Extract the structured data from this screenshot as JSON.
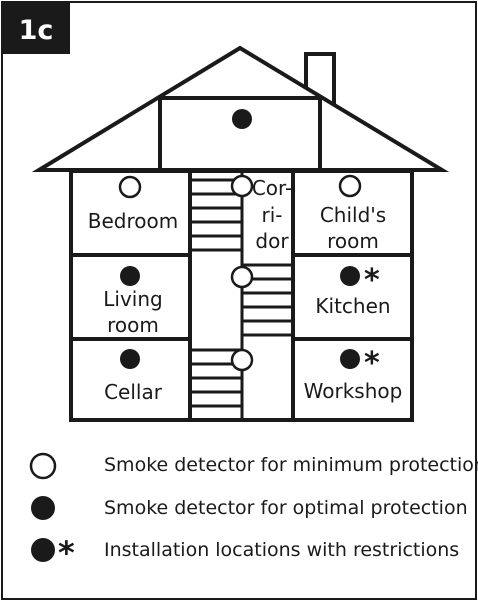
{
  "badge": "1c",
  "rooms": {
    "bedroom": [
      "Bedroom"
    ],
    "corridor": [
      "Cor-",
      "ri-",
      "dor"
    ],
    "childs_room": [
      "Child's",
      "room"
    ],
    "living_room": [
      "Living",
      "room"
    ],
    "kitchen": [
      "Kitchen"
    ],
    "cellar": [
      "Cellar"
    ],
    "workshop": [
      "Workshop"
    ]
  },
  "restriction_marker": "*",
  "legend": [
    {
      "symbol": "open-circle",
      "label": "Smoke detector for minimum protection"
    },
    {
      "symbol": "filled-circle",
      "label": "Smoke detector for optimal protection"
    },
    {
      "symbol": "filled-circle-asterisk",
      "label": "Installation locations with restrictions"
    }
  ],
  "colors": {
    "line": "#1a1a1a",
    "background": "#ffffff"
  }
}
